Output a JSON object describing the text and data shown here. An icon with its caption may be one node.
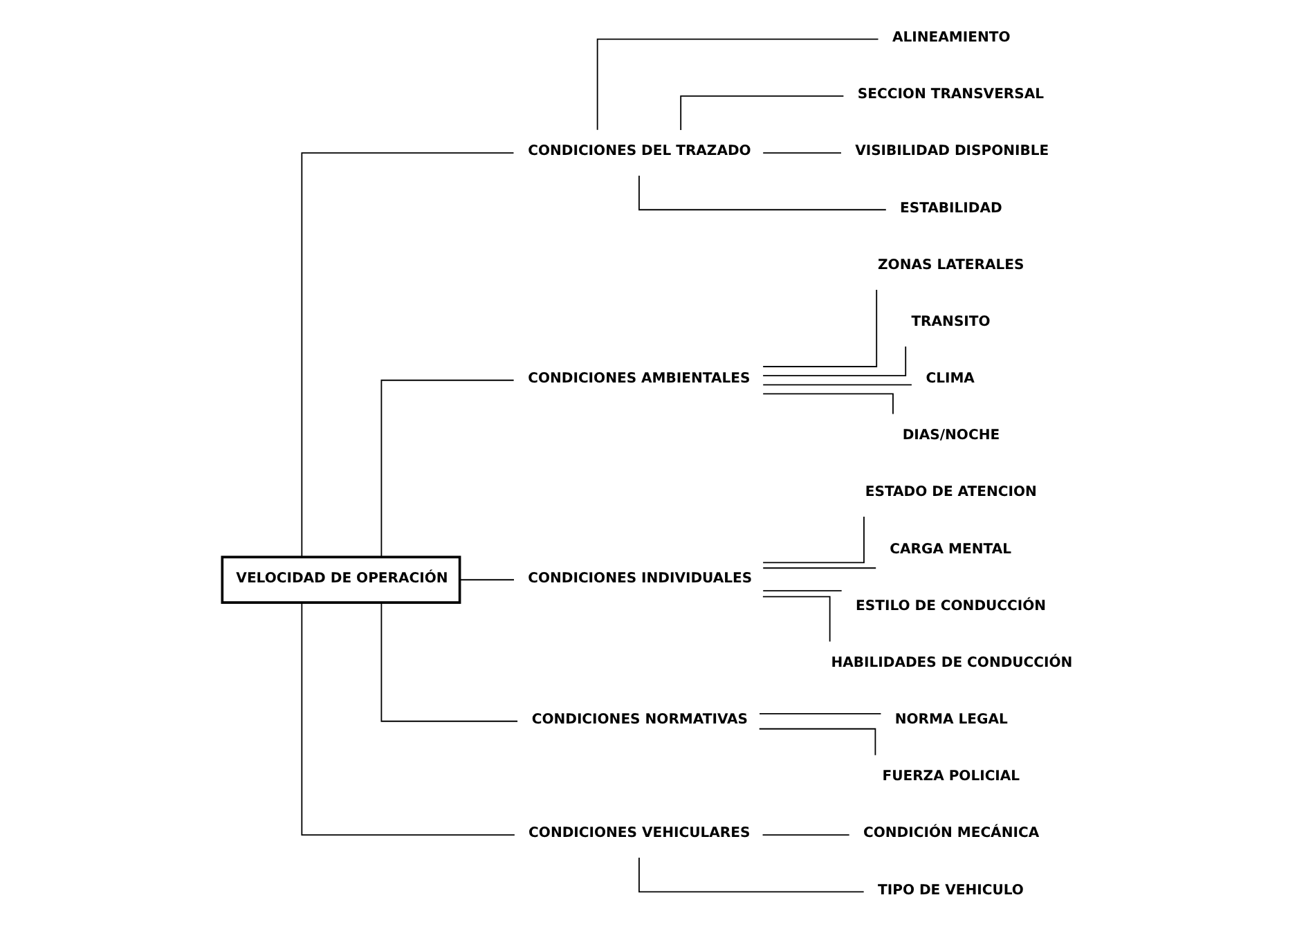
{
  "diagram": {
    "nodes": [
      {
        "text": [
          "VELOCIDAD DE OPERACIÓN"
        ]
      },
      {
        "text": [
          "CONDICIONES DEL TRAZADO"
        ]
      },
      {
        "text": [
          "ALINEAMIENTO"
        ]
      },
      {
        "text": [
          "SECCION TRANSVERSAL"
        ]
      },
      {
        "text": [
          "VISIBILIDAD DISPONIBLE"
        ]
      },
      {
        "text": [
          "ESTABILIDAD"
        ]
      },
      {
        "text": [
          "CONDICIONES AMBIENTALES"
        ]
      },
      {
        "text": [
          "ZONAS LATERALES"
        ]
      },
      {
        "text": [
          "TRANSITO"
        ]
      },
      {
        "text": [
          "CLIMA"
        ]
      },
      {
        "text": [
          "DIAS/NOCHE"
        ]
      },
      {
        "text": [
          "CONDICIONES INDIVIDUALES"
        ]
      },
      {
        "text": [
          "ESTADO DE ATENCION"
        ]
      },
      {
        "text": [
          "CARGA MENTAL"
        ]
      },
      {
        "text": [
          "ESTILO DE CONDUCCIÓN"
        ]
      },
      {
        "text": [
          "HABILIDADES DE CONDUCCIÓN"
        ]
      },
      {
        "text": [
          "CONDICIONES NORMATIVAS"
        ]
      },
      {
        "text": [
          "NORMA LEGAL"
        ]
      },
      {
        "text": [
          "FUERZA POLICIAL"
        ]
      },
      {
        "text": [
          "CONDICIONES VEHICULARES"
        ]
      },
      {
        "text": [
          "CONDICIÓN MECÁNICA"
        ]
      },
      {
        "text": [
          "TIPO DE VEHICULO"
        ]
      }
    ],
    "edges": [
      {
        "from": 0,
        "to": 1,
        "arrow": "none"
      },
      {
        "from": 0,
        "to": 6,
        "arrow": "none"
      },
      {
        "from": 0,
        "to": 11,
        "arrow": "none"
      },
      {
        "from": 0,
        "to": 16,
        "arrow": "none"
      },
      {
        "from": 0,
        "to": 19,
        "arrow": "none"
      },
      {
        "from": 1,
        "to": 2,
        "arrow": "none"
      },
      {
        "from": 1,
        "to": 3,
        "arrow": "none"
      },
      {
        "from": 1,
        "to": 4,
        "arrow": "none"
      },
      {
        "from": 1,
        "to": 5,
        "arrow": "none"
      },
      {
        "from": 6,
        "to": 7,
        "arrow": "none"
      },
      {
        "from": 6,
        "to": 8,
        "arrow": "none"
      },
      {
        "from": 6,
        "to": 9,
        "arrow": "none"
      },
      {
        "from": 6,
        "to": 10,
        "arrow": "none"
      },
      {
        "from": 11,
        "to": 12,
        "arrow": "none"
      },
      {
        "from": 11,
        "to": 13,
        "arrow": "none"
      },
      {
        "from": 11,
        "to": 14,
        "arrow": "none"
      },
      {
        "from": 11,
        "to": 15,
        "arrow": "none"
      },
      {
        "from": 16,
        "to": 17,
        "arrow": "none"
      },
      {
        "from": 16,
        "to": 18,
        "arrow": "none"
      },
      {
        "from": 19,
        "to": 20,
        "arrow": "none"
      },
      {
        "from": 19,
        "to": 21,
        "arrow": "none"
      }
    ]
  }
}
